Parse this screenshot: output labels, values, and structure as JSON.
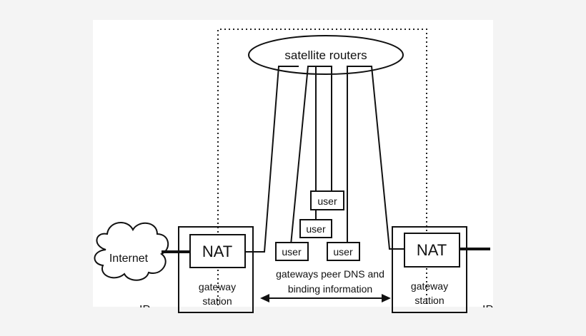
{
  "diagram": {
    "satellite_label": "satellite routers",
    "cloud_label": "Internet",
    "nat_left": "NAT",
    "nat_right": "NAT",
    "gateway_left": [
      "gateway",
      "station"
    ],
    "gateway_right": [
      "gateway",
      "station"
    ],
    "users": [
      "user",
      "user",
      "user",
      "user"
    ],
    "peer_note": [
      "gateways peer DNS and",
      "binding information"
    ],
    "clipped_left": "IP",
    "clipped_right": "IP"
  }
}
